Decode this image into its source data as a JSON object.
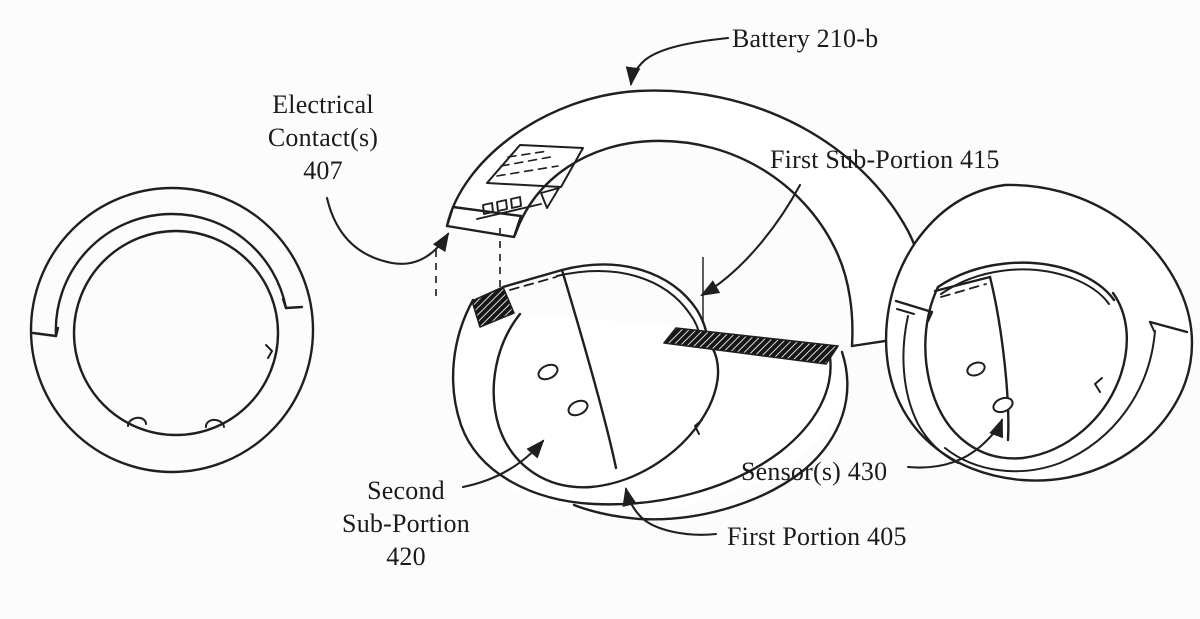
{
  "figure": {
    "kind": "patent-line-drawing",
    "subject": "Ring wearable device: exploded view of battery sub-portion and ring body, with two assembled ring views",
    "ink_color": "#1f1f1f",
    "background_color": "#fcfcfc"
  },
  "labels": {
    "battery": {
      "text": "Battery 210-b"
    },
    "electrical_contacts": {
      "line1": "Electrical",
      "line2": "Contact(s)",
      "line3": "407"
    },
    "first_sub_portion": {
      "text": "First Sub-Portion 415"
    },
    "second_sub_portion": {
      "line1": "Second",
      "line2": "Sub-Portion",
      "line3": "420"
    },
    "sensors": {
      "text": "Sensor(s) 430"
    },
    "first_portion": {
      "text": "First Portion 405"
    }
  }
}
